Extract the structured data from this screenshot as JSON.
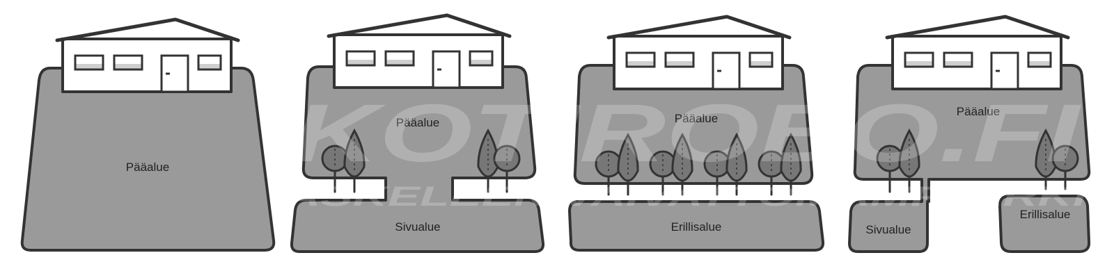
{
  "panels": [
    {
      "id": "panel-1",
      "labels": {
        "main": "Pääalue"
      }
    },
    {
      "id": "panel-2",
      "labels": {
        "main": "Pääalue",
        "side": "Sivualue"
      }
    },
    {
      "id": "panel-3",
      "labels": {
        "main": "Pääalue",
        "separate": "Erillisalue"
      }
    },
    {
      "id": "panel-4",
      "labels": {
        "main": "Pääalue",
        "side": "Sivualue",
        "separate": "Erillisalue"
      }
    }
  ],
  "watermark": {
    "brand": "KOTIROBO.FI",
    "tagline": "ASKELEEN VAIVATTOMAMPI ARKI"
  },
  "colors": {
    "zone_fill": "#9a9a9a",
    "outline": "#333333",
    "tree_fill": "#777777",
    "house_fill": "#ffffff"
  }
}
